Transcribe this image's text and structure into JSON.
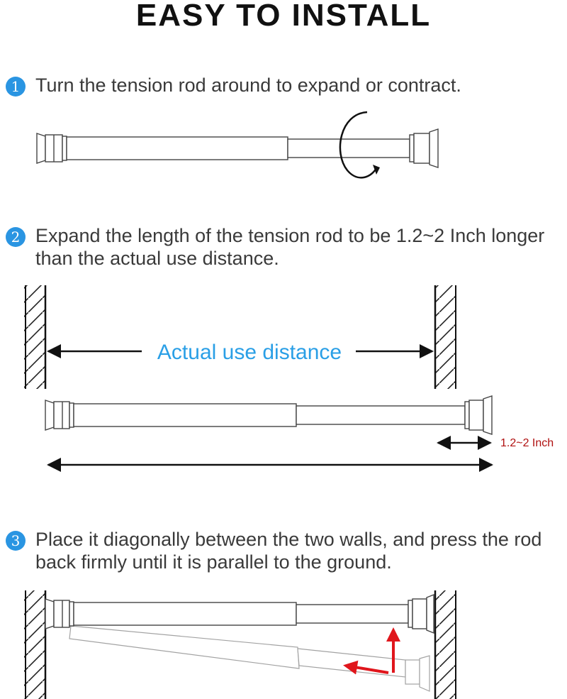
{
  "title": "EASY TO INSTALL",
  "steps": [
    {
      "number": "1",
      "text": "Turn the tension rod around to expand or contract."
    },
    {
      "number": "2",
      "text": "Expand the length of the tension rod to be 1.2~2 Inch longer than the actual use distance."
    },
    {
      "number": "3",
      "text": "Place it diagonally between the two walls, and press the rod back firmly until it is parallel to the ground."
    }
  ],
  "labels": {
    "actual_distance": "Actual use distance",
    "extra_length": "1.2~2 Inch"
  },
  "colors": {
    "step_badge": "#2a95e2",
    "actual_distance_text": "#2a9fe6",
    "extra_length_text": "#b01010",
    "press_arrow": "#e0161c"
  }
}
